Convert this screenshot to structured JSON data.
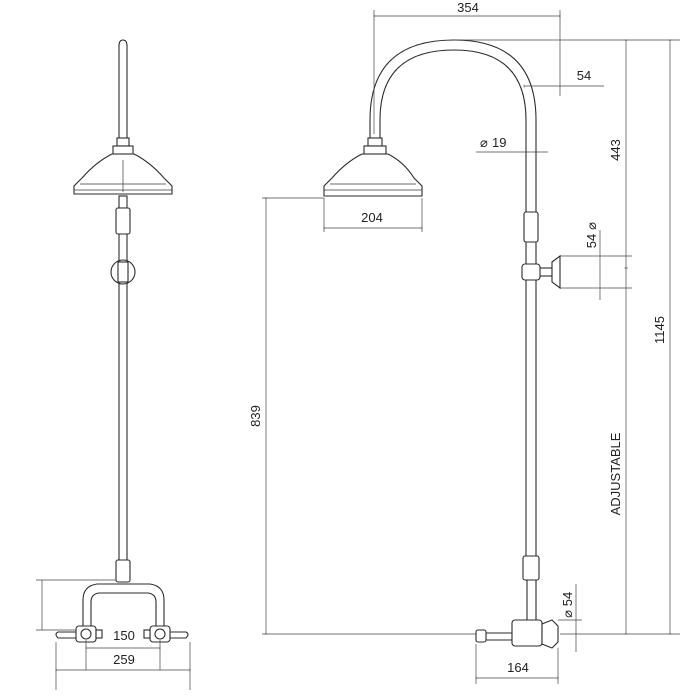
{
  "dimensions": {
    "overall_projection": "354",
    "rose_offset": "54",
    "arm_diameter": "19",
    "rose_diameter": "204",
    "top_bracket_height": "443",
    "overall_height": "1145",
    "bracket_diameter_upper": "54",
    "rose_height": "839",
    "adjustable_label": "ADJUSTABLE",
    "bracket_diameter_lower": "54",
    "wall_projection": "164",
    "tap_centres": "150",
    "tap_overall_width": "259"
  },
  "symbols": {
    "diameter": "⌀"
  }
}
